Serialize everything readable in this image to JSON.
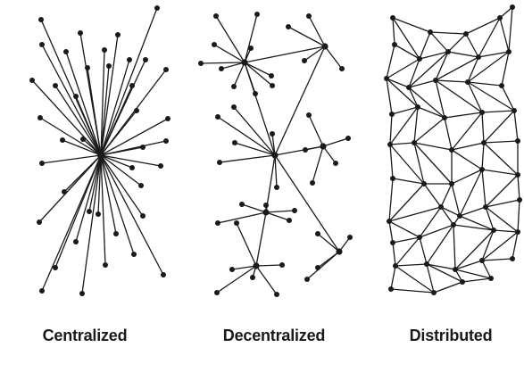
{
  "panels": [
    {
      "label": "Centralized"
    },
    {
      "label": "Decentralized"
    },
    {
      "label": "Distributed"
    }
  ],
  "colors": {
    "ink": "#1a1a1a",
    "background": "#ffffff"
  }
}
